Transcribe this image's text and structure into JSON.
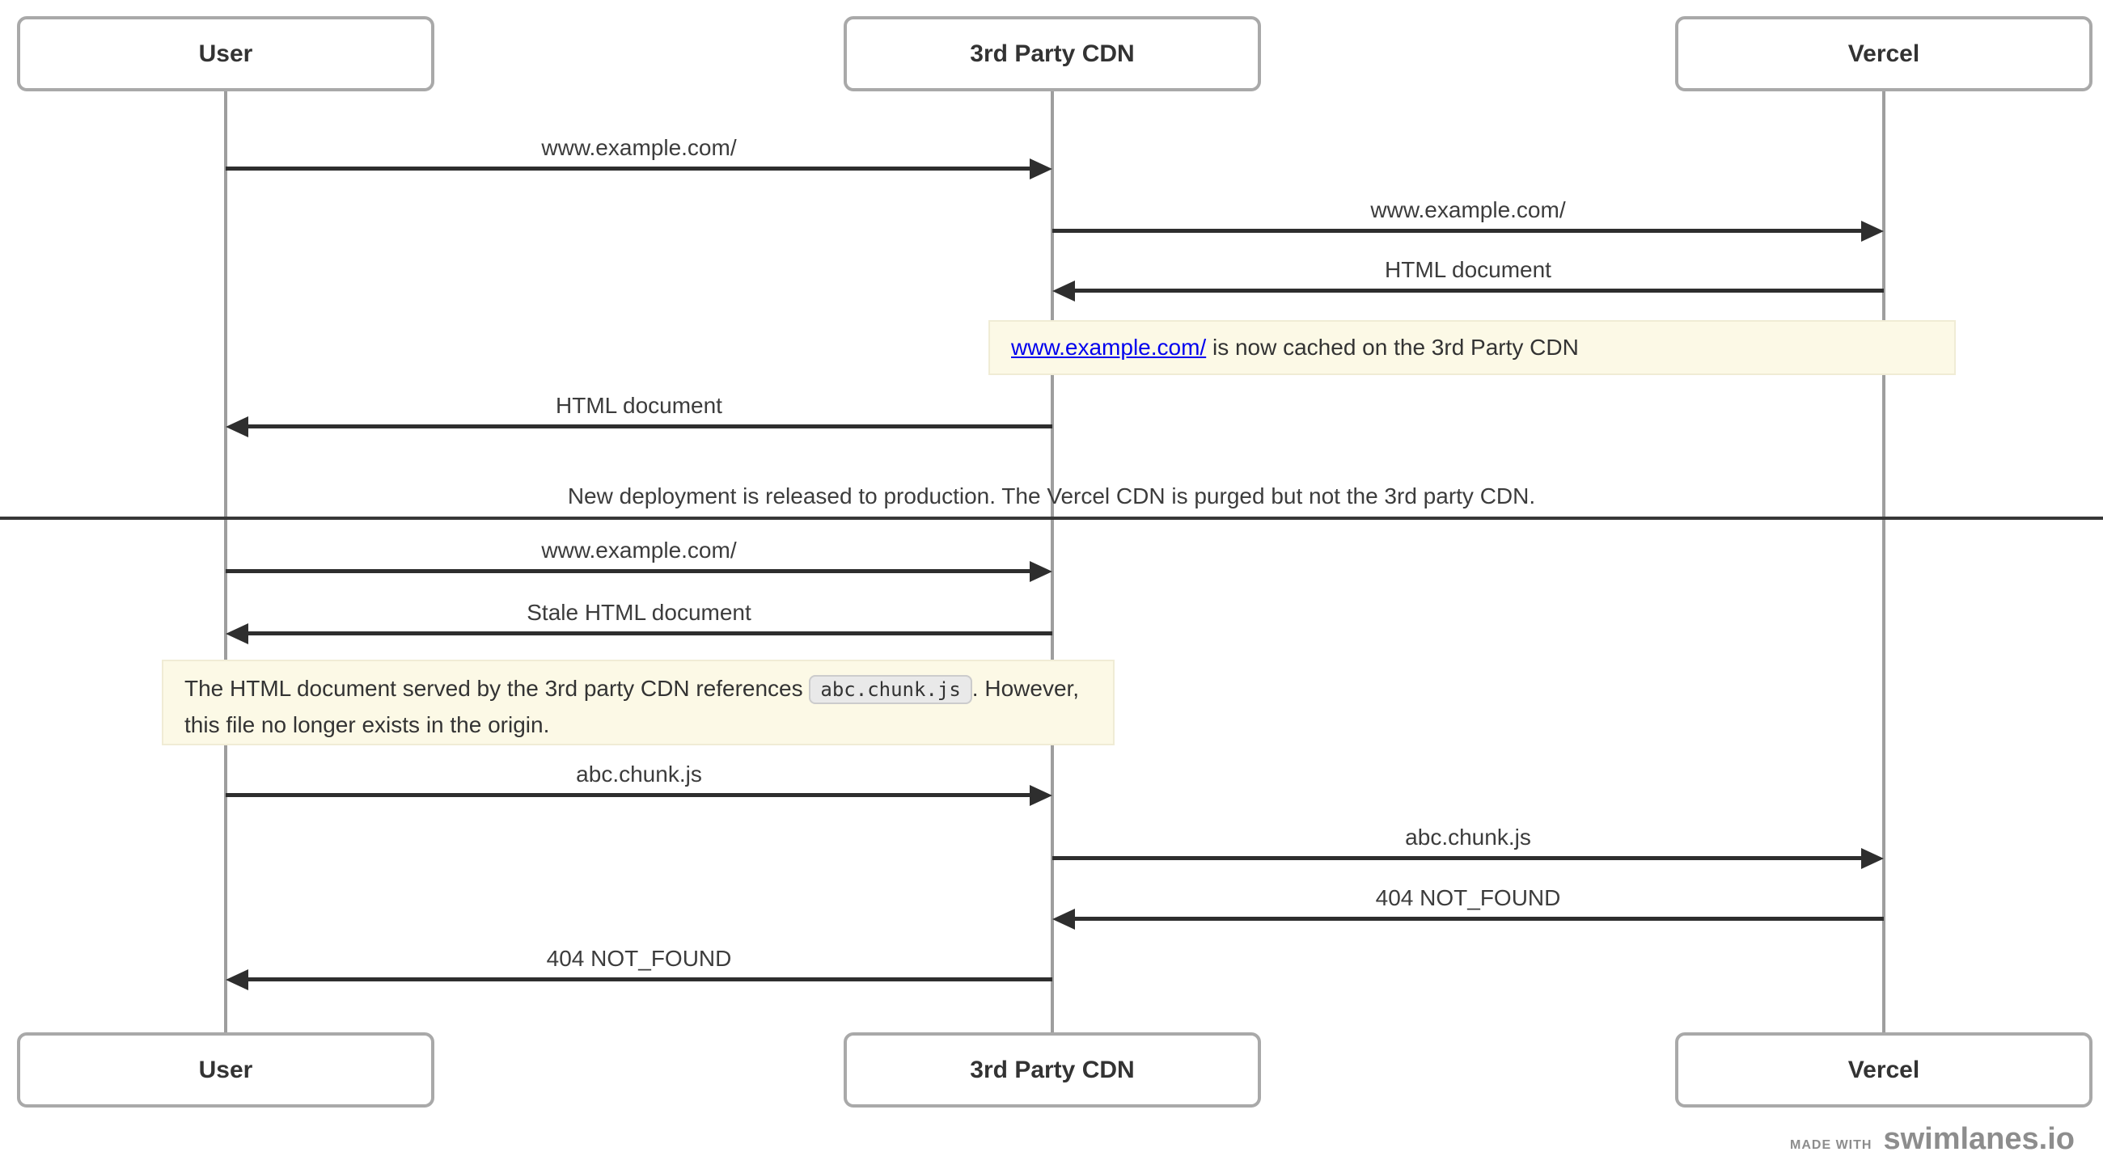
{
  "diagram": {
    "actors": [
      {
        "id": "user",
        "label": "User"
      },
      {
        "id": "cdn",
        "label": "3rd Party CDN"
      },
      {
        "id": "vercel",
        "label": "Vercel"
      }
    ],
    "messages": [
      {
        "from": "user",
        "to": "cdn",
        "label": "www.example.com/"
      },
      {
        "from": "cdn",
        "to": "vercel",
        "label": "www.example.com/"
      },
      {
        "from": "vercel",
        "to": "cdn",
        "label": "HTML document"
      },
      {
        "from": "cdn",
        "to": "user",
        "label": "HTML document"
      },
      {
        "from": "user",
        "to": "cdn",
        "label": "www.example.com/"
      },
      {
        "from": "cdn",
        "to": "user",
        "label": "Stale HTML document"
      },
      {
        "from": "user",
        "to": "cdn",
        "label": "abc.chunk.js"
      },
      {
        "from": "cdn",
        "to": "vercel",
        "label": "abc.chunk.js"
      },
      {
        "from": "vercel",
        "to": "cdn",
        "label": "404 NOT_FOUND"
      },
      {
        "from": "cdn",
        "to": "user",
        "label": "404 NOT_FOUND"
      }
    ],
    "notes": [
      {
        "link_text": "www.example.com/",
        "text": " is now cached on the 3rd Party CDN"
      },
      {
        "text_before": "The HTML document served by the 3rd party CDN references ",
        "code": "abc.chunk.js",
        "text_after": ". However, this file no longer exists in the origin."
      }
    ],
    "divider": {
      "text": "New deployment is released to production. The Vercel CDN is purged but not the 3rd party CDN."
    },
    "footer": {
      "made_with": "MADE WITH",
      "brand": "swimlanes.io"
    },
    "colors": {
      "arrow": "#2e2e2e",
      "lifeline": "#9e9e9e",
      "box_border": "#a9a9a9",
      "note_bg": "#fcf9e6",
      "link": "#0000ee",
      "code_bg": "#e9e9e9",
      "footer_text": "#8d8d8d"
    }
  }
}
